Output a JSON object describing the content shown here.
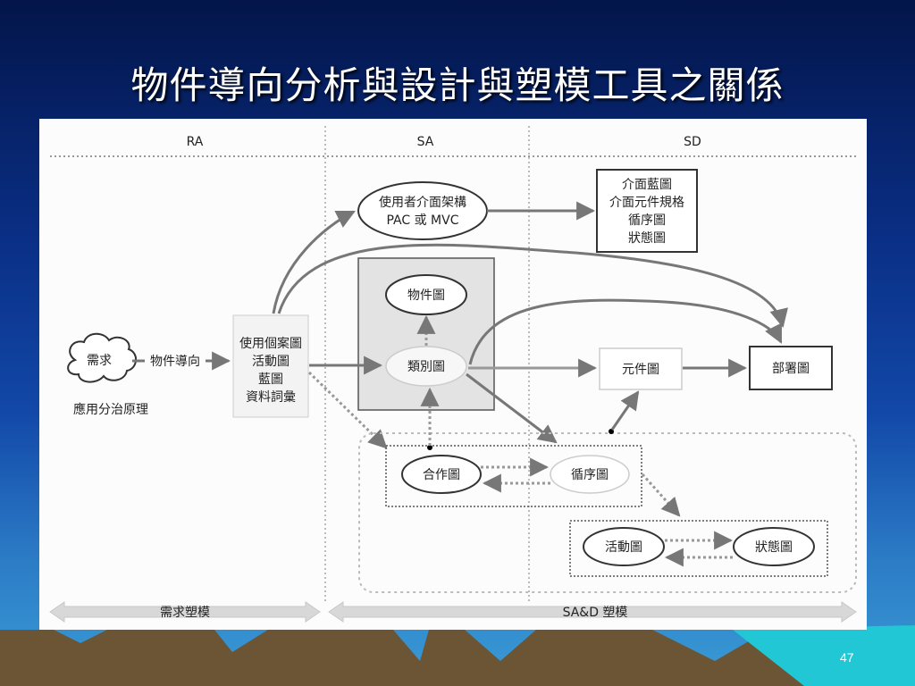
{
  "slide": {
    "title": "物件導向分析與設計與塑模工具之關係",
    "page_number": "47"
  },
  "diagram": {
    "columns": {
      "ra": "RA",
      "sa": "SA",
      "sd": "SD"
    },
    "requirement": "需求",
    "requirement_note": "應用分治原理",
    "oo_label": "物件導向",
    "usecase_lines": [
      "使用個案圖",
      "活動圖",
      "藍圖",
      "資料詞彙"
    ],
    "ui_arch_lines": [
      "使用者介面架構",
      "PAC 或 MVC"
    ],
    "ui_detail_lines": [
      "介面藍圖",
      "介面元件規格",
      "循序圖",
      "狀態圖"
    ],
    "object_diagram": "物件圖",
    "class_diagram": "類別圖",
    "component_diagram": "元件圖",
    "deployment_diagram": "部署圖",
    "collaboration_diagram": "合作圖",
    "sequence_diagram": "循序圖",
    "activity_diagram": "活動圖",
    "state_diagram": "狀態圖",
    "bottom_left": "需求塑模",
    "bottom_right": "SA&D 塑模"
  }
}
